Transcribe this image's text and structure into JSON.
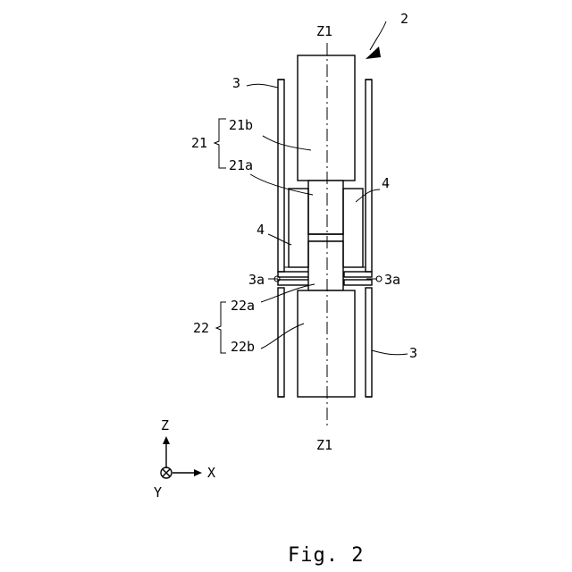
{
  "figure": {
    "caption": "Fig. 2",
    "labels": {
      "device": "2",
      "axis_top": "Z1",
      "axis_bottom": "Z1",
      "tube_upper": "3",
      "tube_lower": "3",
      "group_21": "21",
      "part_21b": "21b",
      "part_21a": "21a",
      "magnet_right": "4",
      "magnet_left": "4",
      "hole_left": "3a",
      "hole_right": "3a",
      "group_22": "22",
      "part_22a": "22a",
      "part_22b": "22b"
    },
    "coords": {
      "z": "Z",
      "x": "X",
      "y": "Y"
    }
  }
}
